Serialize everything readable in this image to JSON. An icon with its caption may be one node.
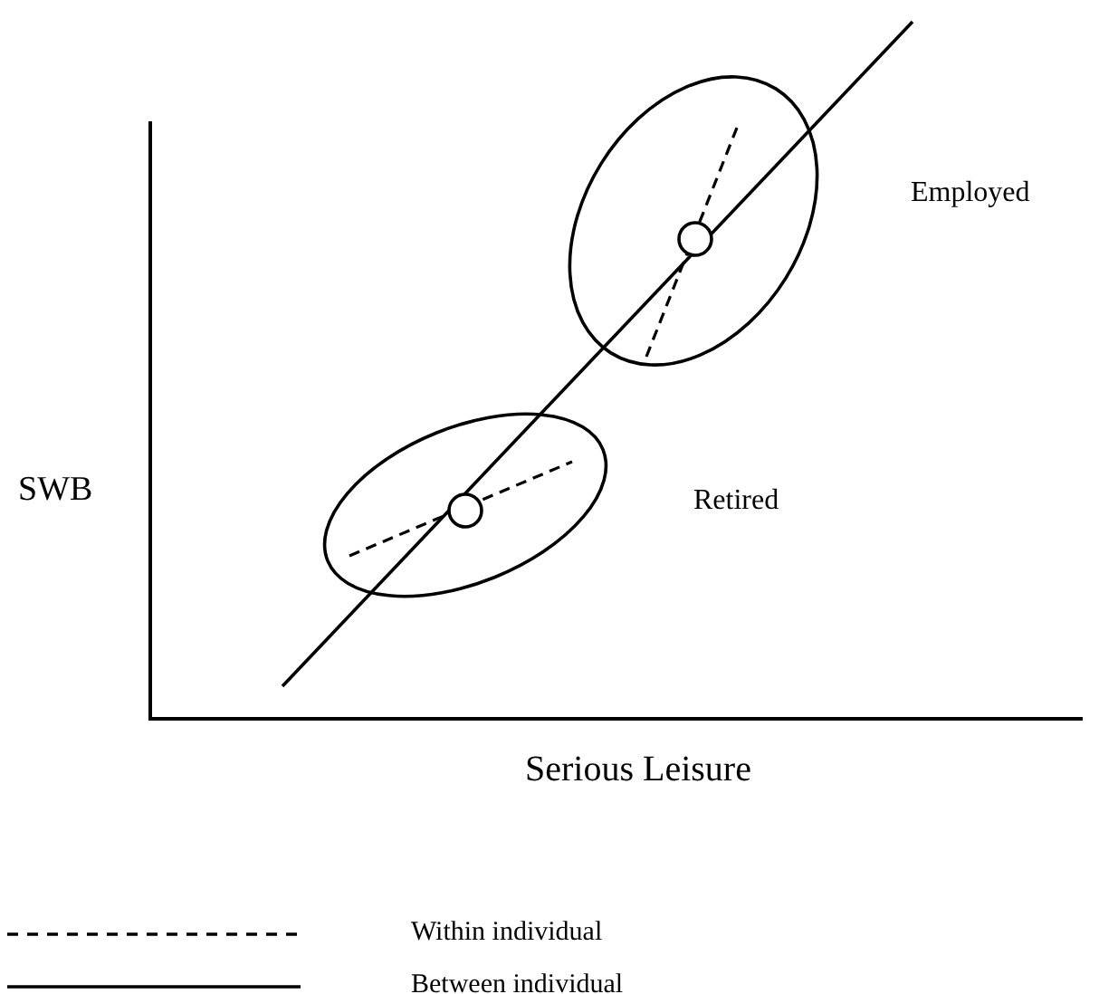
{
  "diagram": {
    "labels": [
      "Employed",
      "Retired",
      "SWB",
      "Serious Leisure"
    ],
    "legend": [
      {
        "text": "Within individual"
      },
      {
        "text": "Between individual"
      }
    ]
  }
}
